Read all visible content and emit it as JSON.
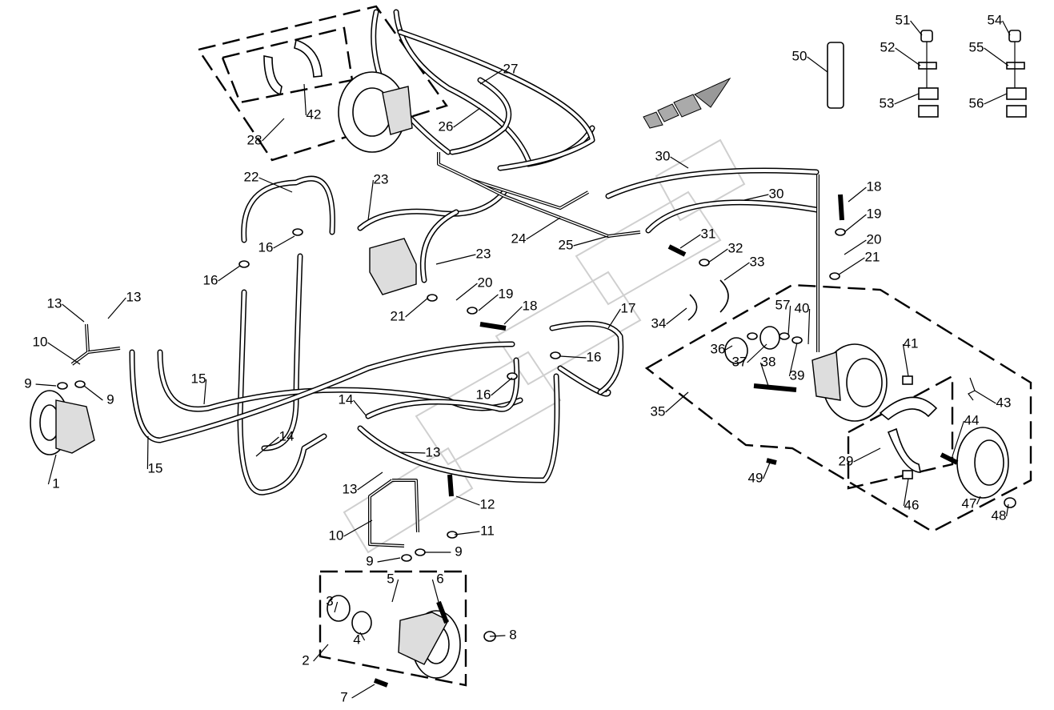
{
  "diagram": {
    "type": "exploded parts diagram",
    "direction_arrow": "travel-direction-arrow",
    "callouts": [
      "1",
      "2",
      "3",
      "4",
      "5",
      "6",
      "7",
      "8",
      "9",
      "9",
      "9",
      "9",
      "10",
      "10",
      "11",
      "12",
      "13",
      "13",
      "13",
      "13",
      "14",
      "14",
      "15",
      "15",
      "16",
      "16",
      "16",
      "16",
      "17",
      "18",
      "18",
      "19",
      "19",
      "20",
      "20",
      "21",
      "21",
      "22",
      "23",
      "23",
      "24",
      "25",
      "26",
      "27",
      "28",
      "29",
      "30",
      "30",
      "31",
      "32",
      "33",
      "34",
      "35",
      "36",
      "37",
      "38",
      "39",
      "40",
      "41",
      "42",
      "43",
      "44",
      "46",
      "47",
      "48",
      "49",
      "50",
      "51",
      "52",
      "53",
      "54",
      "55",
      "56",
      "57"
    ],
    "colors": {
      "line": "#000000",
      "background": "#ffffff",
      "watermark": "#bbbbbb"
    }
  }
}
